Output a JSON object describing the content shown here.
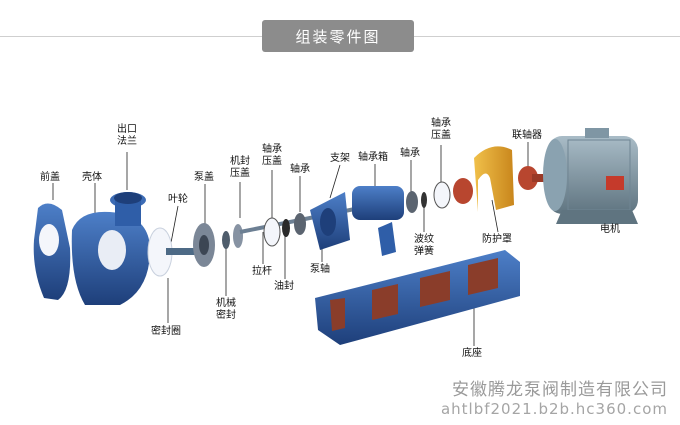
{
  "header": {
    "title": "组装零件图"
  },
  "labels": {
    "front_cover": "前盖",
    "housing": "壳体",
    "outlet_flange": "出口\n法兰",
    "impeller": "叶轮",
    "pump_cover": "泵盖",
    "seal_gland": "机封\n压盖",
    "bearing_gland_1": "轴承\n压盖",
    "bearing_1": "轴承",
    "support": "支架",
    "bearing_box": "轴承箱",
    "bearing_2": "轴承",
    "bearing_gland_2": "轴承\n压盖",
    "coupling": "联轴器",
    "motor": "电机",
    "guard": "防护罩",
    "wave_spring": "波纹\n弹簧",
    "pump_shaft": "泵轴",
    "oil_seal": "油封",
    "tie_rod": "拉杆",
    "mech_seal": "机械\n密封",
    "seal_ring": "密封圈",
    "base": "底座"
  },
  "watermark": {
    "company": "安徽腾龙泵阀制造有限公司",
    "site": "ahtlbf2021.b2b.hc360.com"
  },
  "colors": {
    "pump_blue": "#2f5ea8",
    "dark_blue": "#1e3f7a",
    "white_part": "#f4f6fb",
    "guard_yellow": "#e2a32a",
    "coupling_red": "#b8462f",
    "motor_gray": "#7f96a4"
  }
}
